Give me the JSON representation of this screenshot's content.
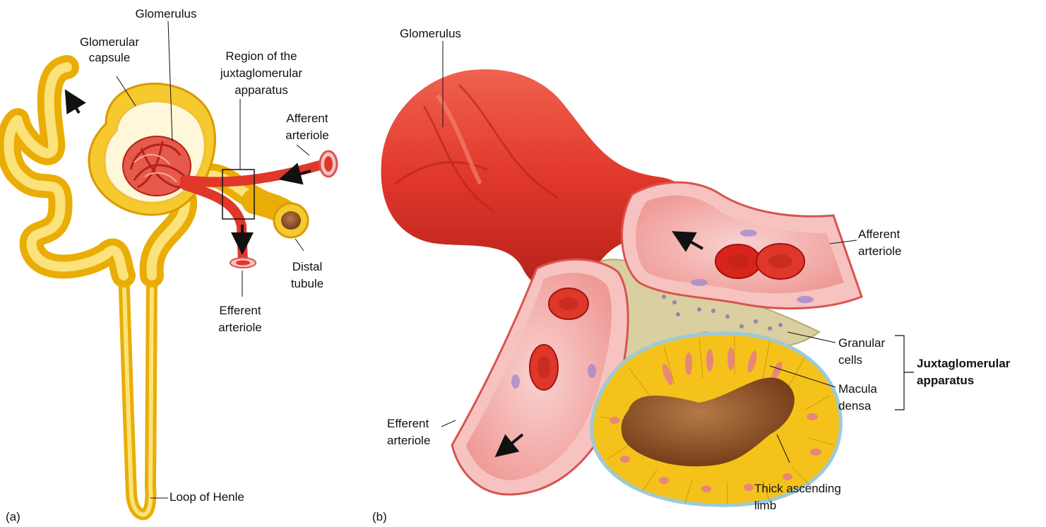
{
  "panel_a": {
    "tag": "(a)",
    "labels": {
      "glomerulus": "Glomerulus",
      "glomerular_capsule_1": "Glomerular",
      "glomerular_capsule_2": "capsule",
      "region_1": "Region of the",
      "region_2": "juxtaglomerular",
      "region_3": "apparatus",
      "afferent_1": "Afferent",
      "afferent_2": "arteriole",
      "distal_1": "Distal",
      "distal_2": "tubule",
      "efferent_1": "Efferent",
      "efferent_2": "arteriole",
      "loop": "Loop of Henle"
    }
  },
  "panel_b": {
    "tag": "(b)",
    "labels": {
      "glomerulus": "Glomerulus",
      "afferent_1": "Afferent",
      "afferent_2": "arteriole",
      "granular_1": "Granular",
      "granular_2": "cells",
      "macula_1": "Macula",
      "macula_2": "densa",
      "jga_1": "Juxtaglomerular",
      "jga_2": "apparatus",
      "efferent_1": "Efferent",
      "efferent_2": "arteriole",
      "thick_1": "Thick ascending",
      "thick_2": "limb"
    }
  },
  "colors": {
    "tubule_yellow": "#f4c21b",
    "tubule_light": "#fbe27a",
    "vessel_red": "#e0372b",
    "vessel_dark": "#b5211a",
    "lumen_pink": "#f2a5a5",
    "wall_pink": "#f6c3c0",
    "granular_tan": "#d9cfa0",
    "lumen_brown": "#8a4a1f"
  }
}
